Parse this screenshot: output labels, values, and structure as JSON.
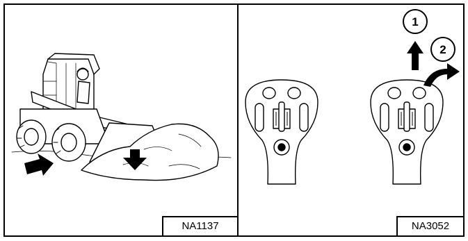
{
  "left_panel": {
    "figure_id": "NA1137"
  },
  "right_panel": {
    "figure_id": "NA3052",
    "callouts": [
      "1",
      "2"
    ]
  }
}
